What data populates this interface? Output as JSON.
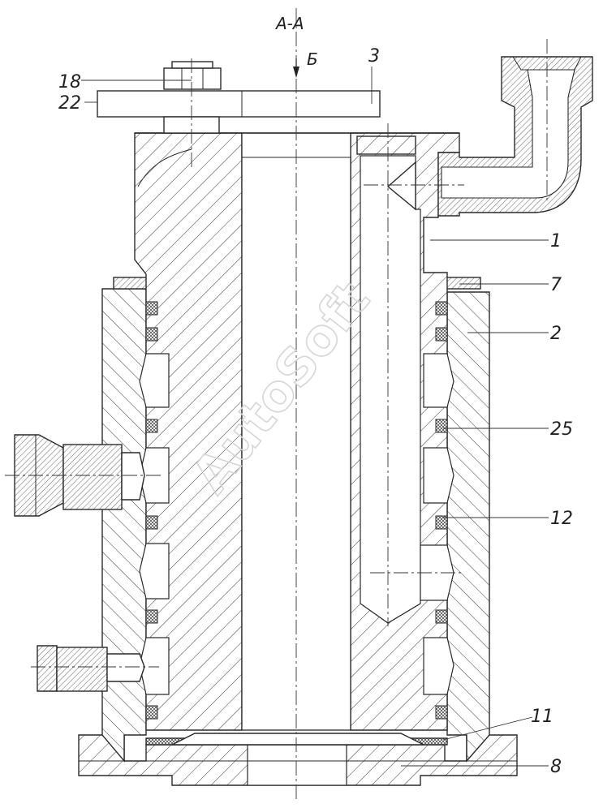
{
  "section": {
    "title": "А-А",
    "arrow_label": "Б"
  },
  "watermark": "AutoSoft",
  "callouts": [
    {
      "id": "p18",
      "text": "18"
    },
    {
      "id": "p22",
      "text": "22"
    },
    {
      "id": "p3",
      "text": "3"
    },
    {
      "id": "p1",
      "text": "1"
    },
    {
      "id": "p7",
      "text": "7"
    },
    {
      "id": "p2",
      "text": "2"
    },
    {
      "id": "p25",
      "text": "25"
    },
    {
      "id": "p12",
      "text": "12"
    },
    {
      "id": "p11",
      "text": "11"
    },
    {
      "id": "p8",
      "text": "8"
    }
  ]
}
